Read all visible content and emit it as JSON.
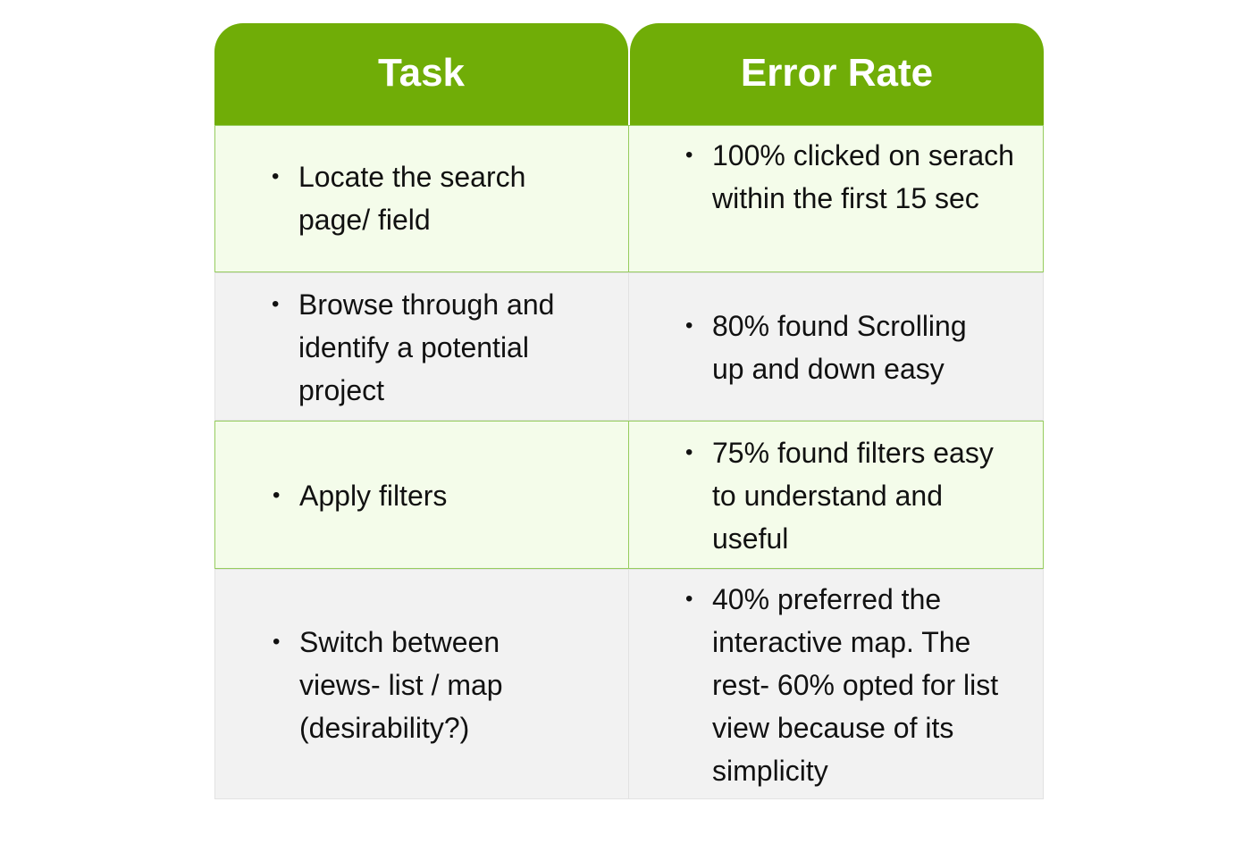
{
  "header": {
    "task": "Task",
    "error_rate": "Error Rate"
  },
  "bullet_symbol": "•",
  "rows": [
    {
      "task": "Locate the search page/ field",
      "error_rate": "100% clicked on serach within the first 15 sec"
    },
    {
      "task": "Browse through and identify a potential project",
      "error_rate": "80% found Scrolling up and down easy"
    },
    {
      "task": "Apply filters",
      "error_rate": "75% found filters easy to understand and useful"
    },
    {
      "task": "Switch between views- list / map  (desirability?)",
      "error_rate": "40% preferred the interactive map. The rest- 60% opted for list view because of its simplicity"
    }
  ],
  "colors": {
    "header_bg": "#70ad07",
    "header_text": "#ffffff",
    "green_row_bg": "#f4fcea",
    "green_row_border": "#96cc5e",
    "gray_row_bg": "#f2f2f2"
  }
}
